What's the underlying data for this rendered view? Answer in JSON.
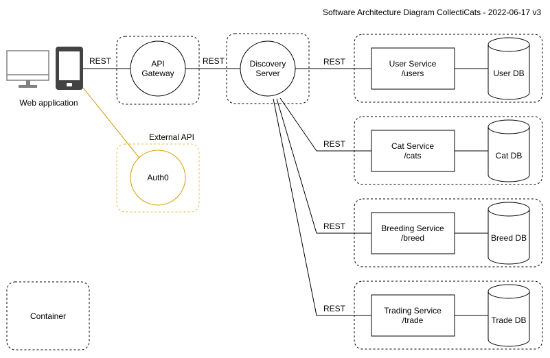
{
  "title": "Software Architecture Diagram CollectiCats - 2022-06-17 v3",
  "colors": {
    "line": "#000000",
    "auth": "#d79b00",
    "auth_dash": "#f0b84a"
  },
  "client": {
    "label": "Web application",
    "icons": [
      "desktop-monitor-icon",
      "mobile-phone-icon"
    ]
  },
  "gateway": {
    "line1": "API",
    "line2": "Gateway"
  },
  "discovery": {
    "line1": "Discovery",
    "line2": "Server"
  },
  "external": {
    "title": "External API",
    "node": "Auth0"
  },
  "legend": {
    "container": "Container"
  },
  "edges": {
    "rest": "REST"
  },
  "services": [
    {
      "name": "User Service",
      "path": "/users",
      "db": "User DB"
    },
    {
      "name": "Cat Service",
      "path": "/cats",
      "db": "Cat DB"
    },
    {
      "name": "Breeding Service",
      "path": "/breed",
      "db": "Breed DB"
    },
    {
      "name": "Trading Service",
      "path": "/trade",
      "db": "Trade DB"
    }
  ]
}
